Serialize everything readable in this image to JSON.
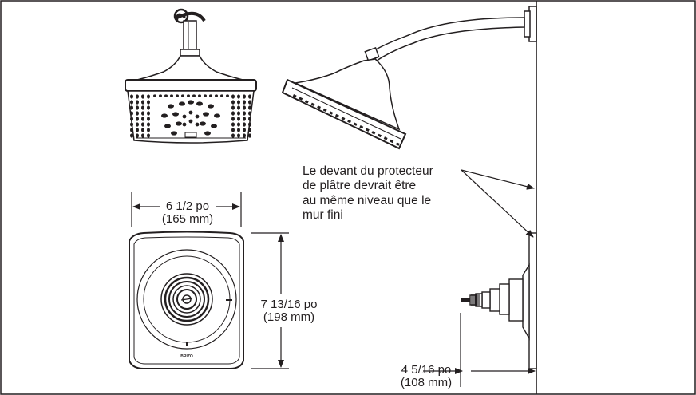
{
  "note_lines": [
    "Le devant du protecteur",
    "de plâtre devrait être",
    "au même niveau que le",
    "mur fini"
  ],
  "width_dim": {
    "imperial": "6 1/2 po",
    "metric": "(165 mm)"
  },
  "height_dim": {
    "imperial": "7 13/16 po",
    "metric": "(198 mm)"
  },
  "depth_dim": {
    "imperial": "4 5/16 po",
    "metric": "(108 mm)"
  },
  "brand_mark": "BRIZO",
  "colors": {
    "line": "#231f20",
    "background": "#ffffff"
  }
}
